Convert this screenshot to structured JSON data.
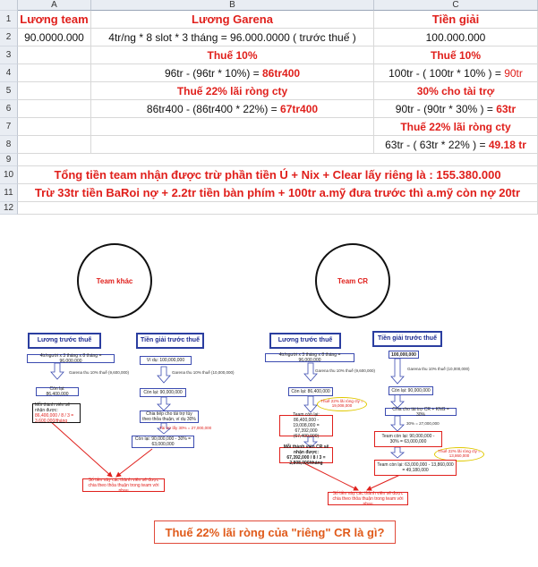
{
  "sheet": {
    "columns": [
      "A",
      "B",
      "C"
    ],
    "rows": [
      {
        "n": "1",
        "a": "Lương team",
        "b": "Lương Garena",
        "c": "Tiền giải"
      },
      {
        "n": "2",
        "a": "90.0000.000",
        "b": "4tr/ng * 8 slot * 3 tháng = 96.000.0000 ( trước thuế )",
        "c": "100.000.000"
      },
      {
        "n": "3",
        "a": "",
        "b": "Thuế 10%",
        "c": "Thuế 10%"
      },
      {
        "n": "4",
        "a": "",
        "b_pre": "96tr - (96tr * 10%) = ",
        "b_red": "86tr400",
        "c_pre": "100tr - ( 100tr * 10% ) = ",
        "c_red": "90tr"
      },
      {
        "n": "5",
        "a": "",
        "b": "Thuế 22% lãi ròng cty",
        "c": "30% cho tài trợ"
      },
      {
        "n": "6",
        "a": "",
        "b_pre": "86tr400 - (86tr400 * 22%) = ",
        "b_red": "67tr400",
        "c_pre": "90tr - (90tr * 30% ) = ",
        "c_red": "63tr"
      },
      {
        "n": "7",
        "a": "",
        "b": "",
        "c": "Thuế 22% lãi ròng cty"
      },
      {
        "n": "8",
        "a": "",
        "b": "",
        "c_pre": "63tr - ( 63tr * 22% ) = ",
        "c_red": "49.18 tr"
      },
      {
        "n": "9",
        "text": ""
      },
      {
        "n": "10",
        "text": "Tổng tiền team nhận được trừ phần tiền Ú + Nix + Clear lấy riêng là : 155.380.000"
      },
      {
        "n": "11",
        "text": "Trừ 33tr tiền BaRoi nợ + 2.2tr tiền bàn phím + 100tr a.mỹ đưa trước thì a.mỹ còn nợ 20tr"
      },
      {
        "n": "12",
        "text": ""
      }
    ]
  },
  "diagram": {
    "left": {
      "circle": "Team khác",
      "salary_header": "Lương trước thuế",
      "prize_header": "Tiền giải trước thuế",
      "salary_formula": "4tr/người x 3 tháng x 8 tháng = 96,000,000",
      "prize_value": "Ví dụ: 100,000,000",
      "garena_tax": "Garena thu 10% thuế (9,600,000)",
      "garena_tax_prize": "Garena thu 10% thuế (10,000,000)",
      "salary_remaining": "Còn lại: 86,400,000",
      "prize_remaining": "Còn lại: 90,000,000",
      "per_member_label": "Mỗi thành viên sẽ nhận được:",
      "per_member_value": "86,400,000 / 8 / 3 = 3,600,000/tháng",
      "sponsor_note": "Chia tiếp cho tài trợ tùy theo thỏa thuận, ví dụ 30%",
      "sponsor_cut": "Tài trợ lấy 30% = 27,000,000",
      "prize_final": "Còn lại: 90,000,000 - 30% = 63,000,000",
      "split_note": "Số tiền này các thành viên sẽ được chia theo thỏa thuận trong team với nhau"
    },
    "right": {
      "circle": "Team CR",
      "salary_header": "Lương trước thuế",
      "prize_header": "Tiền giải trước thuế",
      "salary_formula": "4tr/người x 3 tháng x 8 tháng = 96,000,000",
      "prize_value": "100,000,000",
      "garena_tax": "Garena thu 10% thuế (9,600,000)",
      "garena_tax_prize": "Garena thu 10% thuế (10,000,000)",
      "salary_remaining": "Còn lại: 86,400,000",
      "prize_remaining": "Còn lại: 90,000,000",
      "profit_tax_oval": "Thuế 22% lãi ròng cty = 19,008,000",
      "team_remaining_salary": "Team còn lại: 86,400,000 - 19,008,000 = 67,392,000 (67,400,000)",
      "per_member_value": "Mỗi thành viên CR sẽ nhận được: 67,392,000 / 8 / 3 = 2,808,000/tháng",
      "sponsor_split": "Chia cho tài trợ CR + KNG = 30%",
      "sponsor_cut": "30% = 27,000,000",
      "team_remaining_prize": "Team còn lại: 90,000,000 - 30% = 63,000,000",
      "profit_tax_oval_prize": "Thuế 22% lãi ròng cty = 13,860,000",
      "prize_final": "Team còn lại: 63,000,000 - 13,860,000 = 49,180,000",
      "split_note": "Số tiền này các thành viên sẽ được chia theo thỏa thuận trong team với nhau"
    },
    "question": "Thuế 22% lãi ròng của \"riêng\" CR là gì?"
  },
  "colors": {
    "accent_red": "#e0201c",
    "box_blue": "#2b3ea0",
    "question_orange": "#e05a1a",
    "oval_yellow": "#e0c800"
  }
}
